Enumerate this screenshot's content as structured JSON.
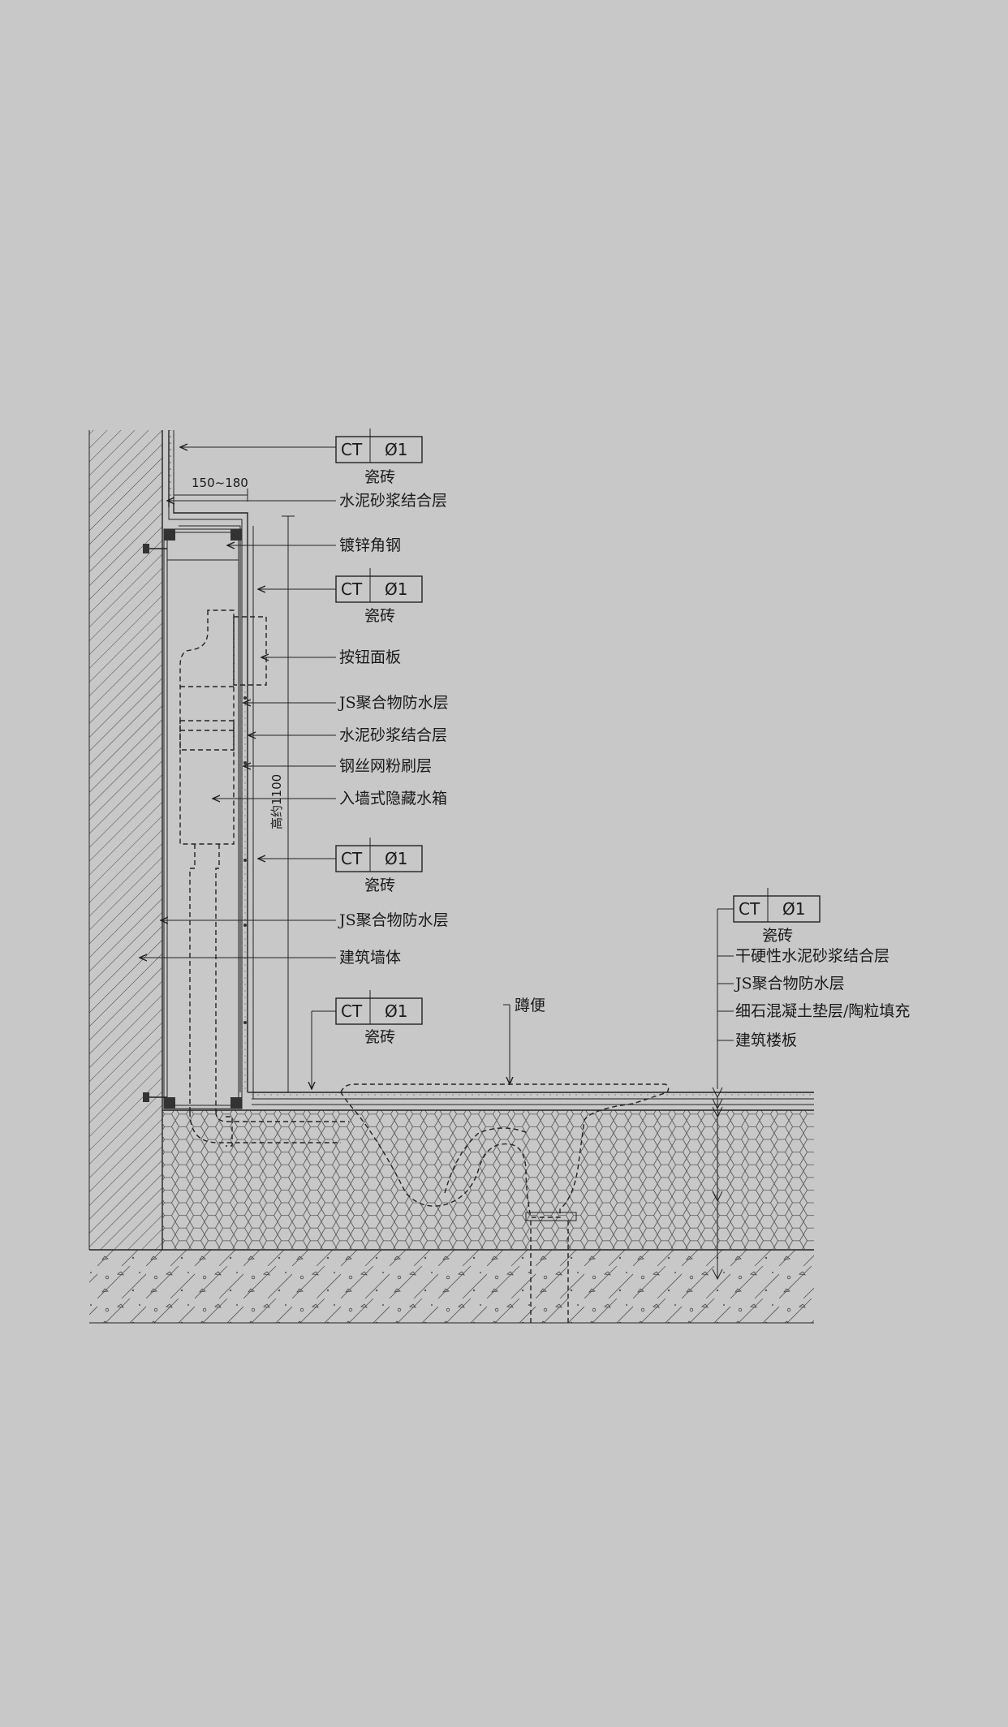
{
  "tag": {
    "code": "CT",
    "number": "Ø1"
  },
  "labels": {
    "tile": "瓷砖",
    "cement_bond_layer": "水泥砂浆结合层",
    "galvanized_angle": "镀锌角钢",
    "button_panel": "按钮面板",
    "js_waterproof": "JS聚合物防水层",
    "wire_mesh_plaster": "钢丝网粉刷层",
    "concealed_tank": "入墙式隐藏水箱",
    "building_wall": "建筑墙体",
    "squat_toilet": "蹲便",
    "dry_cement_bond_layer": "干硬性水泥砂浆结合层",
    "fine_concrete_fill": "细石混凝土垫层/陶粒填充",
    "building_slab": "建筑楼板"
  },
  "dimensions": {
    "width": "150~180",
    "height": "高约1100"
  }
}
